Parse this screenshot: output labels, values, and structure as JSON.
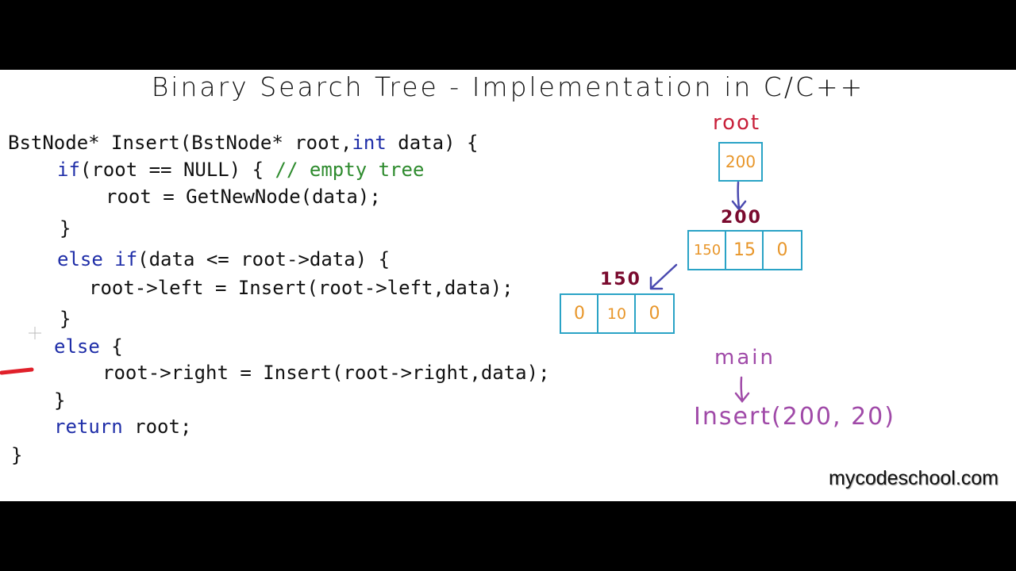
{
  "title": "Binary Search Tree - Implementation in C/C++",
  "code": {
    "line1_a": "BstNode* Insert(BstNode* root,",
    "line1_kw": "int",
    "line1_b": " data) {",
    "line2_kw": "if",
    "line2_a": "(root == NULL) { ",
    "line2_comment": "// empty tree",
    "line3": "root = GetNewNode(data);",
    "line4": "}",
    "line5_kw1": "else",
    "line5_sp": " ",
    "line5_kw2": "if",
    "line5_a": "(data <= root->data) {",
    "line6": "root->left = Insert(root->left,data);",
    "line7": "}",
    "line8_kw": "else",
    "line8_a": " {",
    "line9": "root->right = Insert(root->right,data);",
    "line10": "}",
    "line11_kw": "return",
    "line11_a": " root;",
    "line12": "}"
  },
  "diagram": {
    "root_label": "root",
    "root_value": "200",
    "node200_label": "200",
    "node200_cells": [
      "150",
      "15",
      "0"
    ],
    "node150_label": "150",
    "node150_cells": [
      "0",
      "10",
      "0"
    ],
    "main_label": "main",
    "call_label": "Insert(200, 20)"
  },
  "brand": "mycodeschool.com",
  "colors": {
    "keyword": "#1f2ea8",
    "comment": "#2e8b2e",
    "box_border": "#2aa3c6",
    "cell_value": "#e8962a",
    "root_label": "#c8203a",
    "node_label": "#7a0a2e",
    "arrow": "#4a4ab0",
    "main": "#a04aa8"
  }
}
